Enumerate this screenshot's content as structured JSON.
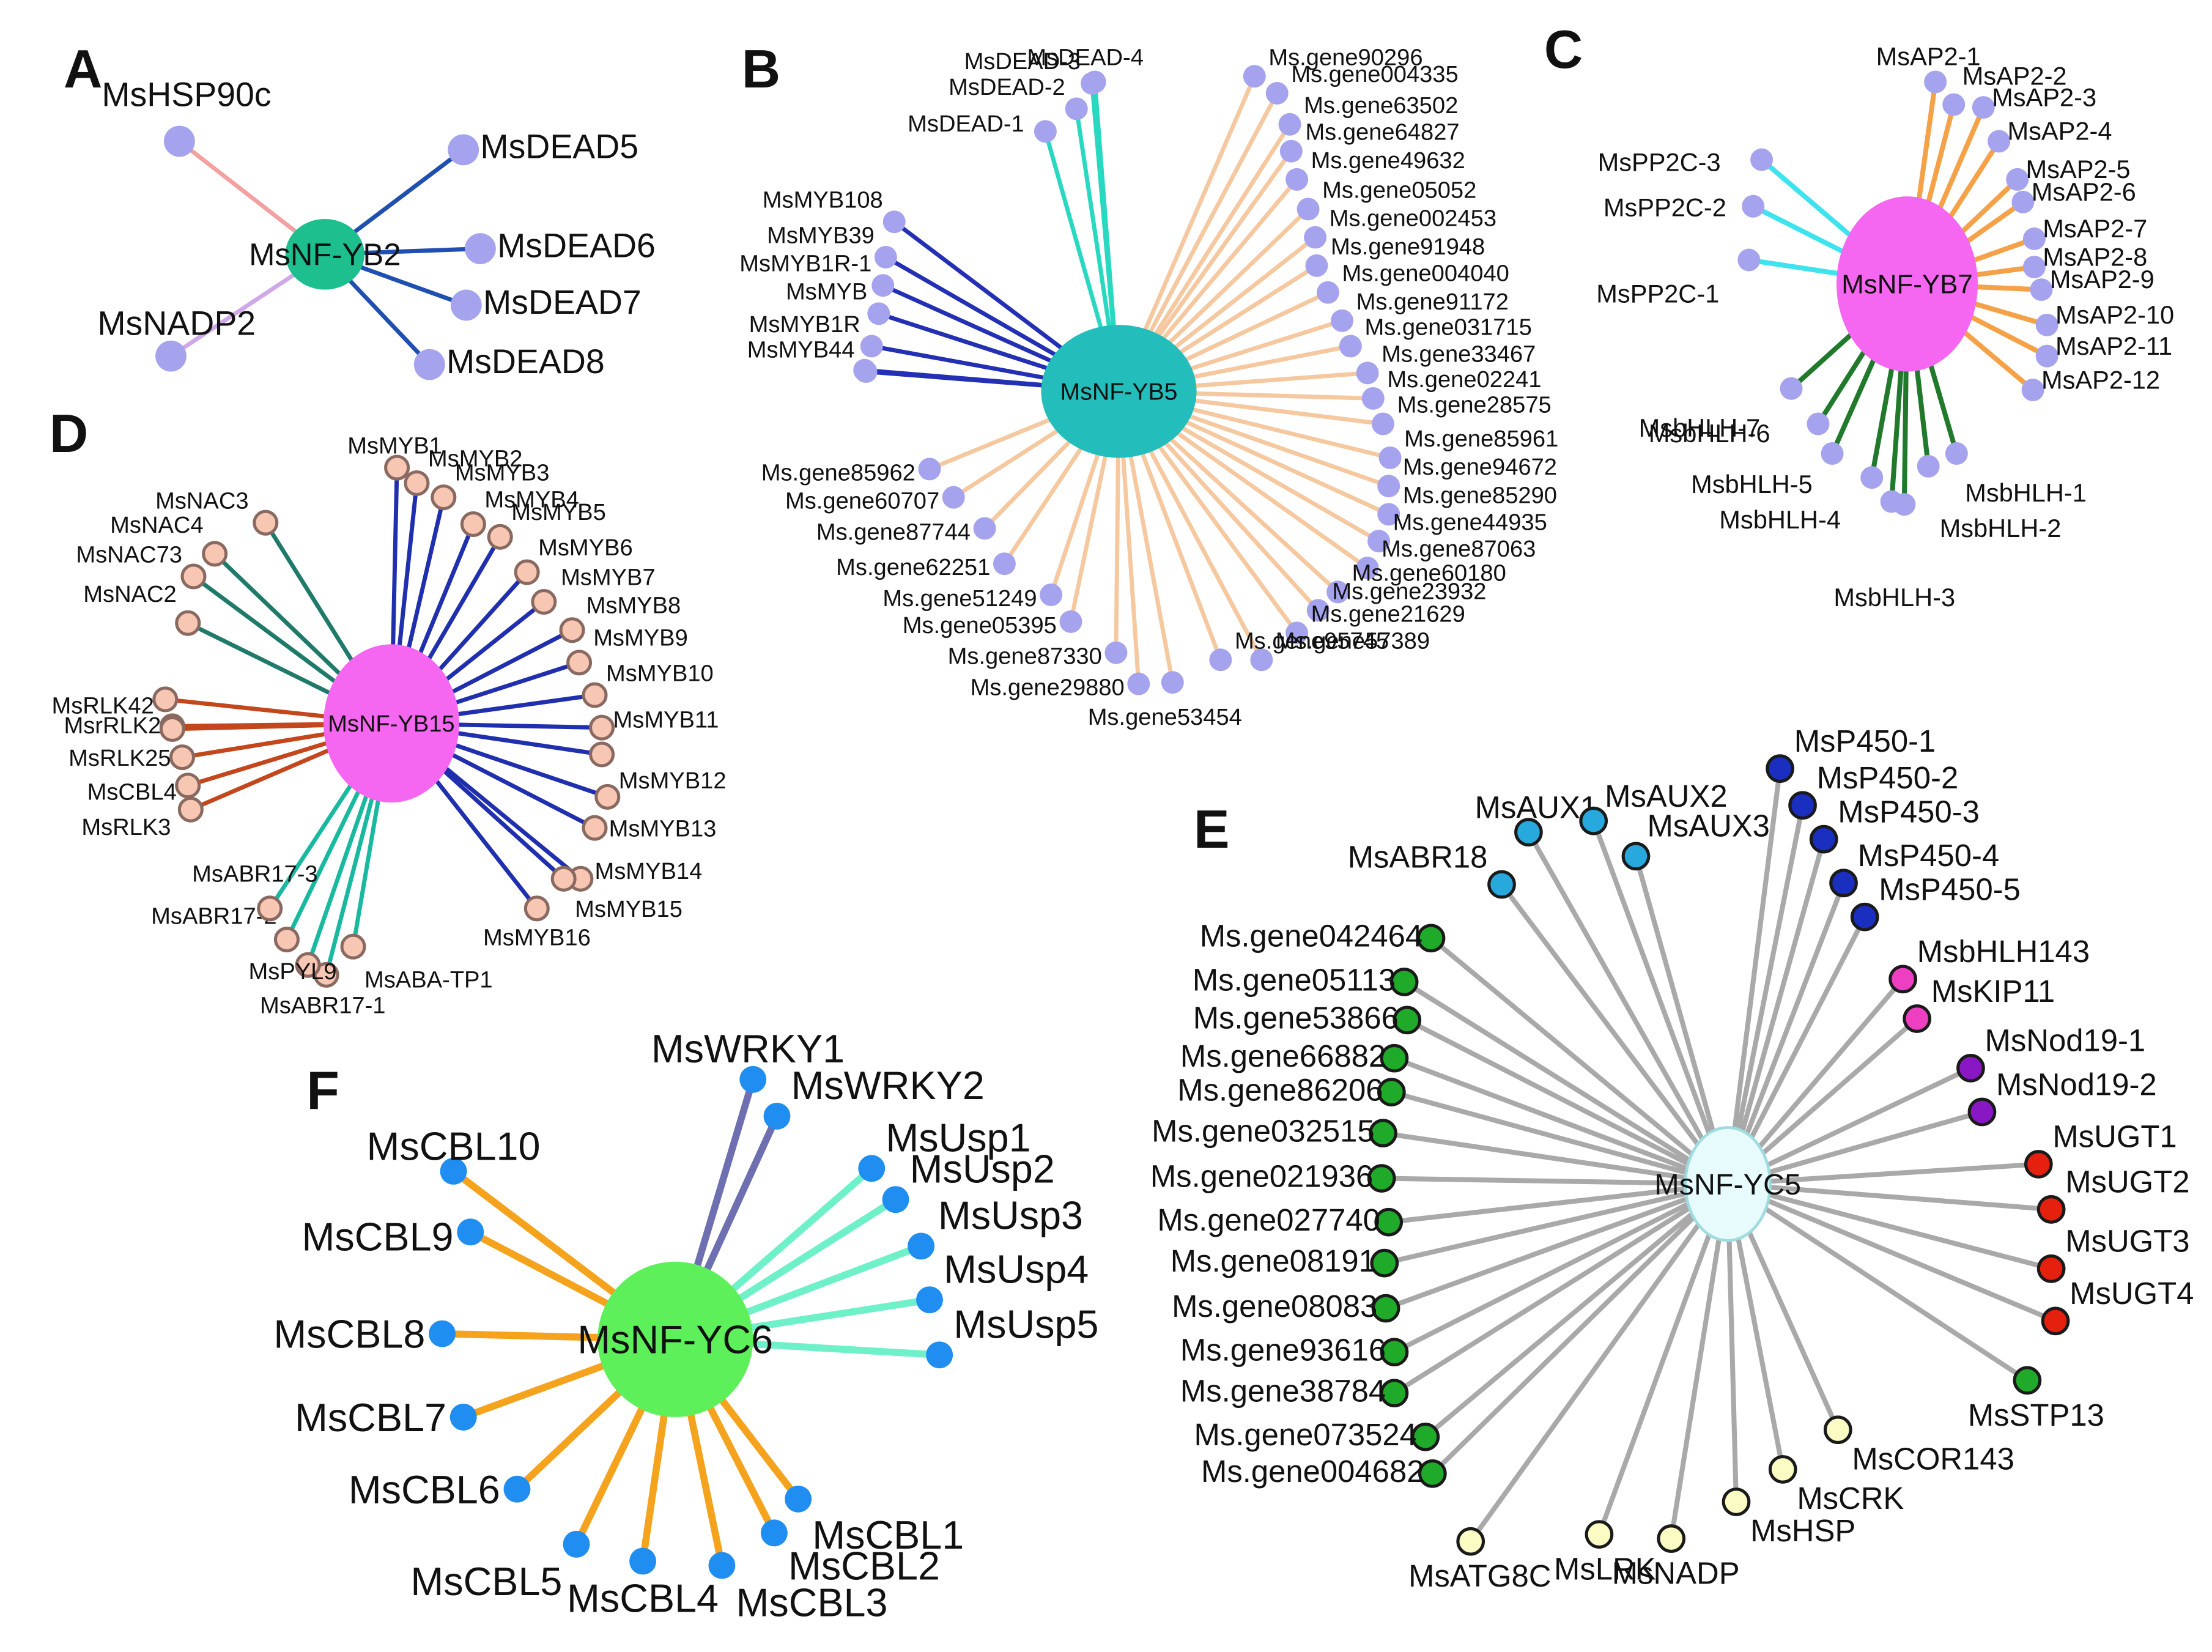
{
  "panels": [
    {
      "id": "A",
      "hub": "MsNF-YB2",
      "hub_color": "#1dbf8f",
      "groups": [
        {
          "edge": "#f2a0a0",
          "node": "#a6a3ee",
          "names": [
            "MsHSP90c"
          ]
        },
        {
          "edge": "#1f4fb0",
          "node": "#a6a3ee",
          "names": [
            "MsDEAD5",
            "MsDEAD6",
            "MsDEAD7",
            "MsDEAD8"
          ]
        },
        {
          "edge": "#cfa8ea",
          "node": "#a6a3ee",
          "names": [
            "MsNADP2"
          ]
        }
      ]
    },
    {
      "id": "B",
      "hub": "MsNF-YB5",
      "hub_color": "#23bdbb",
      "groups": [
        {
          "edge": "#29d8c0",
          "node": "#a6a3ee",
          "names": [
            "MsDEAD-1",
            "MsDEAD-2",
            "MsDEAD-3",
            "MsDEAD-4"
          ]
        },
        {
          "edge": "#2330b3",
          "node": "#a6a3ee",
          "names": [
            "MsMYB108",
            "MsMYB39",
            "MsMYB1R-1",
            "MsMYB",
            "MsMYB1R",
            "MsMYB44",
            ""
          ]
        },
        {
          "edge": "#f5c8a0",
          "node": "#a6a3ee",
          "names": [
            "Ms.gene90296",
            "Ms.gene004335",
            "Ms.gene63502",
            "Ms.gene64827",
            "Ms.gene49632",
            "Ms.gene05052",
            "Ms.gene002453",
            "Ms.gene91948",
            "Ms.gene004040",
            "Ms.gene91172",
            "Ms.gene031715",
            "Ms.gene33467",
            "Ms.gene02241",
            "Ms.gene28575",
            "Ms.gene85961",
            "Ms.gene94672",
            "Ms.gene85290",
            "Ms.gene44935",
            "Ms.gene87063",
            "Ms.gene60180",
            "Ms.gene23932",
            "Ms.gene21629",
            "Ms.gene57389",
            "Ms.gene95745",
            "Ms.gene53454",
            "Ms.gene29880",
            "Ms.gene87330",
            "Ms.gene05395",
            "Ms.gene51249",
            "Ms.gene62251",
            "Ms.gene87744",
            "Ms.gene60707",
            "Ms.gene85962"
          ]
        }
      ]
    },
    {
      "id": "C",
      "hub": "MsNF-YB7",
      "hub_color": "#f567f0",
      "groups": [
        {
          "edge": "#f5a148",
          "node": "#a6a3ee",
          "names": [
            "MsAP2-1",
            "MsAP2-2",
            "MsAP2-3",
            "MsAP2-4",
            "MsAP2-5",
            "MsAP2-6",
            "MsAP2-7",
            "MsAP2-8",
            "MsAP2-9",
            "MsAP2-10",
            "MsAP2-11",
            "MsAP2-12"
          ]
        },
        {
          "edge": "#217a2c",
          "node": "#a6a3ee",
          "names": [
            "MsbHLH-1",
            "MsbHLH-2",
            "MsbHLH-3",
            "",
            "MsbHLH-4",
            "MsbHLH-5",
            "MsbHLH-6",
            "MsbHLH-7"
          ]
        },
        {
          "edge": "#3ee3ee",
          "node": "#a6a3ee",
          "names": [
            "MsPP2C-1",
            "MsPP2C-2",
            "MsPP2C-3"
          ]
        }
      ]
    },
    {
      "id": "D",
      "hub": "MsNF-YB15",
      "hub_color": "#f567f0",
      "groups": [
        {
          "edge": "#1f2fae",
          "node": "#f8c7b4",
          "names": [
            "MsMYB1",
            "MsMYB2",
            "MsMYB3",
            "MsMYB4",
            "MsMYB5",
            "MsMYB6",
            "MsMYB7",
            "MsMYB8",
            "MsMYB9",
            "MsMYB10",
            "MsMYB11",
            "",
            "MsMYB12",
            "MsMYB13",
            "MsMYB14",
            "MsMYB15",
            "MsMYB16"
          ]
        },
        {
          "edge": "#19b9a0",
          "node": "#f8c7b4",
          "names": [
            "MsABA-TP1",
            "MsABR17-1",
            "MsPYL9",
            "MsABR17-2",
            "MsABR17-3"
          ]
        },
        {
          "edge": "#c4461c",
          "node": "#f8c7b4",
          "names": [
            "MsRLK3",
            "MsCBL4",
            "MsRLK25",
            "MsrRLK2",
            "MsRLK42",
            ""
          ]
        },
        {
          "edge": "#1f7a6a",
          "node": "#f8c7b4",
          "names": [
            "MsNAC2",
            "MsNAC73",
            "MsNAC4",
            "MsNAC3"
          ]
        }
      ]
    },
    {
      "id": "E",
      "hub": "MsNF-YC5",
      "hub_color": "#e7fbfd",
      "groups": [
        {
          "edge": "#a9a9a9",
          "node": "#27a9de",
          "names": [
            "MsAUX1",
            "MsAUX2",
            "MsAUX3",
            "MsABR18"
          ]
        },
        {
          "edge": "#a9a9a9",
          "node": "#1a2ec0",
          "names": [
            "MsP450-1",
            "MsP450-2",
            "MsP450-3",
            "MsP450-4",
            "MsP450-5"
          ]
        },
        {
          "edge": "#a9a9a9",
          "node": "#ee3fc2",
          "names": [
            "MsbHLH143",
            "MsKIP11"
          ]
        },
        {
          "edge": "#a9a9a9",
          "node": "#8a17c4",
          "names": [
            "MsNod19-1",
            "MsNod19-2"
          ]
        },
        {
          "edge": "#a9a9a9",
          "node": "#e5200e",
          "names": [
            "MsUGT1",
            "MsUGT2",
            "MsUGT3",
            "MsUGT4"
          ]
        },
        {
          "edge": "#a9a9a9",
          "node": "#1faa2a",
          "names": [
            "MsSTP13"
          ]
        },
        {
          "edge": "#a9a9a9",
          "node": "#fbfbc4",
          "names": [
            "MsCOR143",
            "MsCRK",
            "MsHSP",
            "MsNADP",
            "MsLRK",
            "MsATG8C"
          ]
        },
        {
          "edge": "#a9a9a9",
          "node": "#1faa2a",
          "names": [
            "Ms.gene004682",
            "Ms.gene073524",
            "Ms.gene38784",
            "Ms.gene93616",
            "Ms.gene08083",
            "Ms.gene08191",
            "Ms.gene027740",
            "Ms.gene021936",
            "Ms.gene032515",
            "Ms.gene86206",
            "Ms.gene66882",
            "Ms.gene53866",
            "Ms.gene05113",
            "Ms.gene042464"
          ]
        }
      ]
    },
    {
      "id": "F",
      "hub": "MsNF-YC6",
      "hub_color": "#5df05a",
      "groups": [
        {
          "edge": "#6e6fb0",
          "node": "#1f8ef0",
          "names": [
            "MsWRKY1",
            "MsWRKY2"
          ]
        },
        {
          "edge": "#6ef0c8",
          "node": "#1f8ef0",
          "names": [
            "MsUsp1",
            "MsUsp2",
            "MsUsp3",
            "MsUsp4",
            "MsUsp5"
          ]
        },
        {
          "edge": "#f5a21c",
          "node": "#1f8ef0",
          "names": [
            "MsCBL1",
            "MsCBL2",
            "MsCBL3",
            "MsCBL4",
            "MsCBL5",
            "MsCBL6",
            "MsCBL7",
            "MsCBL8",
            "MsCBL9",
            "MsCBL10"
          ]
        }
      ]
    }
  ]
}
